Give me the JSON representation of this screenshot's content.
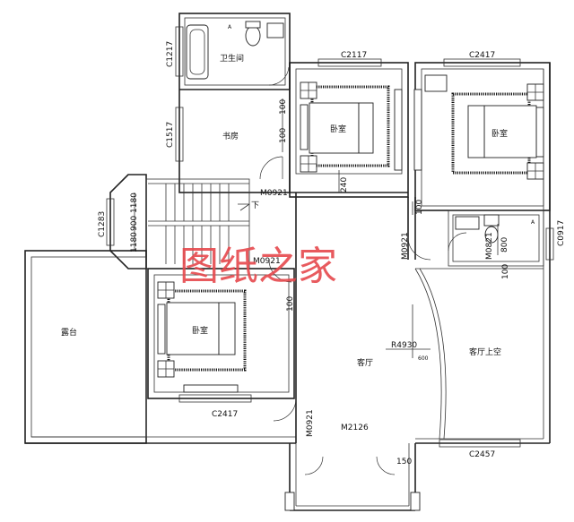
{
  "rooms": {
    "bathroom": "卫生间",
    "study": "书房",
    "bedroom_1": "卧室",
    "bedroom_2": "卧室",
    "bedroom_3": "卧室",
    "terrace": "露台",
    "living": "客厅",
    "living_void": "客厅上空"
  },
  "labels": {
    "c1217": "C1217",
    "c1517": "C1517",
    "c2117": "C2117",
    "c2417_top": "C2417",
    "c2417_bottom": "C2417",
    "c2457": "C2457",
    "c0917": "C0917",
    "c1283": "C1283",
    "m0921_a": "M0921",
    "m0921_b": "M0921",
    "m0921_c": "M0921",
    "m0921_d": "M0921",
    "m0821": "M0821",
    "m2126": "M2126",
    "r4930": "R4930",
    "stair_down": "下",
    "dim_1180_a": "1180",
    "dim_1180_b": "1180",
    "dim_900": "900",
    "dim_100_a": "100",
    "dim_100_b": "100",
    "dim_100_c": "100",
    "dim_100_d": "100",
    "dim_100_e": "100",
    "dim_240": "240",
    "dim_150": "150",
    "dim_800": "800",
    "dim_600": "600",
    "mark_a1": "A",
    "mark_a2": "A"
  },
  "watermark": "图纸之家"
}
